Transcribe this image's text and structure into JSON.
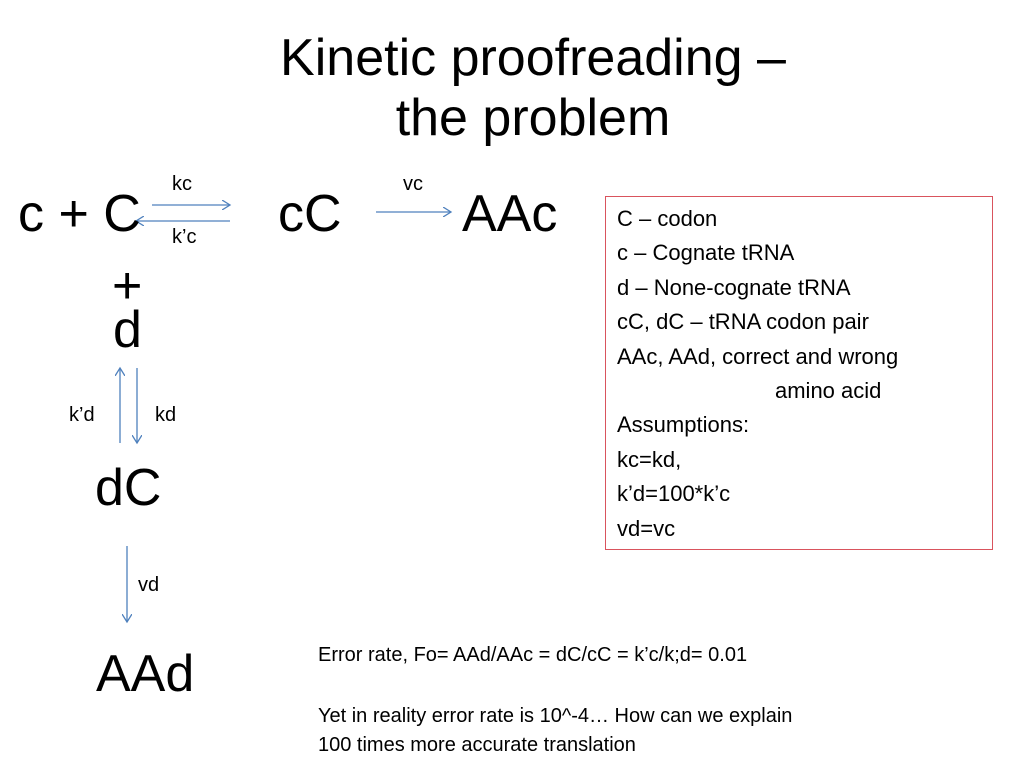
{
  "slide": {
    "title_line1": "Kinetic proofreading –",
    "title_line2": "the problem"
  },
  "diagram": {
    "species": {
      "c_plus_C": "c + C",
      "cC": "cC",
      "AAc": "AAc",
      "plus": "+",
      "d": "d",
      "dC": "dC",
      "AAd": "AAd"
    },
    "rates": {
      "kc": "kc",
      "k_prime_c": "k’c",
      "vc": "vc",
      "k_prime_d": "k’d",
      "kd": "kd",
      "vd": "vd"
    },
    "arrow_color": "#4f81bd"
  },
  "legend_box": {
    "border_color": "#d9535d",
    "lines": [
      "C – codon",
      "c – Cognate tRNA",
      "d – None-cognate tRNA",
      "cC, dC – tRNA codon pair",
      "AAc, AAd, correct and wrong",
      "amino acid",
      "Assumptions:",
      "kc=kd,",
      "k’d=100*k’c",
      "vd=vc"
    ]
  },
  "error_text": {
    "line1": "Error rate, Fo= AAd/AAc = dC/cC = k’c/k;d= 0.01",
    "line2": "Yet in reality error rate is 10^-4… How can we explain",
    "line3": "100 times more accurate translation"
  }
}
